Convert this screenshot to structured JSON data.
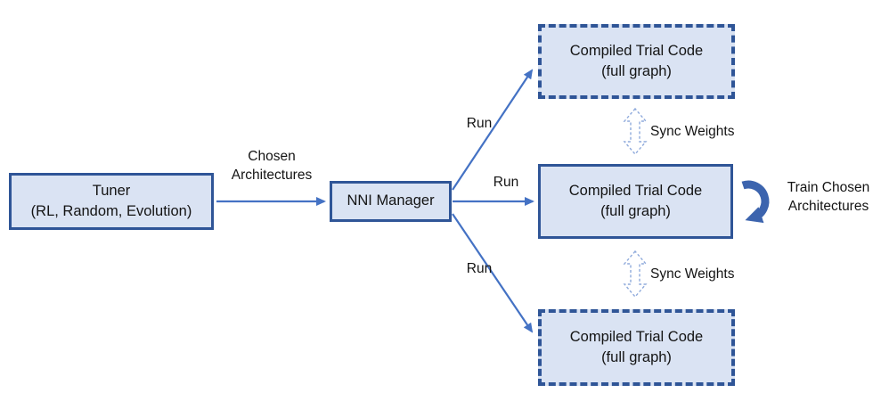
{
  "diagram": {
    "background": "#ffffff",
    "colors": {
      "node_fill": "#dae3f3",
      "node_border": "#2f5597",
      "arrow": "#4472c4",
      "sync_arrow_outline": "#8faadc",
      "loop_arrow": "#3c64ae",
      "text": "#141414"
    },
    "nodes": {
      "tuner": {
        "lines": [
          "Tuner",
          "(RL, Random, Evolution)"
        ],
        "style": "solid"
      },
      "nni_manager": {
        "label": "NNI Manager",
        "style": "solid"
      },
      "trial_top": {
        "lines": [
          "Compiled Trial Code",
          "(full graph)"
        ],
        "style": "dashed"
      },
      "trial_middle": {
        "lines": [
          "Compiled Trial Code",
          "(full graph)"
        ],
        "style": "solid"
      },
      "trial_bottom": {
        "lines": [
          "Compiled Trial Code",
          "(full graph)"
        ],
        "style": "dashed"
      }
    },
    "labels": {
      "chosen_architectures": {
        "lines": [
          "Chosen",
          "Architectures"
        ]
      },
      "run_top": "Run",
      "run_middle": "Run",
      "run_bottom": "Run",
      "sync_weights_top": "Sync Weights",
      "sync_weights_bottom": "Sync Weights",
      "train_chosen": {
        "lines": [
          "Train Chosen",
          "Architectures"
        ]
      }
    }
  }
}
